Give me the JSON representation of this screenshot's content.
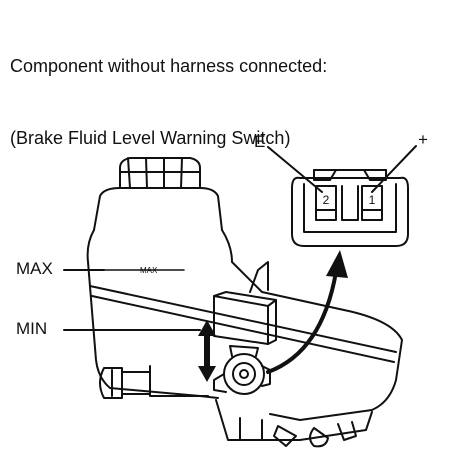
{
  "title": {
    "line1": "Component without harness connected:",
    "line2": "(Brake Fluid Level Warning Switch)"
  },
  "labels": {
    "max": "MAX",
    "min": "MIN",
    "reservoir_max_mark": "MAX",
    "terminal_e": "E",
    "terminal_plus": "+",
    "pin_2": "2",
    "pin_1": "1"
  }
}
